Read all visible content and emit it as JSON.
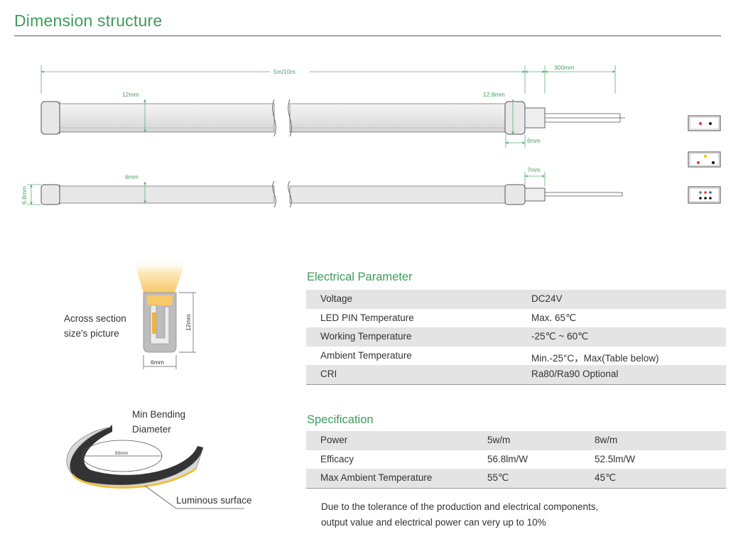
{
  "page": {
    "title": "Dimension structure"
  },
  "dimensions": {
    "length": "5m/10m",
    "lead_length": "300mm",
    "height_top": "12mm",
    "height_end": "12.8mm",
    "cap_width_top": "6mm",
    "width_bottom": "6mm",
    "cap_width_bottom": "7mm",
    "thickness_bottom": "6.8mm"
  },
  "connectors": [
    {
      "dots": [
        "#e53935",
        "#111111"
      ]
    },
    {
      "dots": [
        "#f2c200",
        "#e53935",
        "#111111"
      ]
    },
    {
      "dots": [
        "#2e9e4a",
        "#e53935",
        "#1e63c8",
        "#111111",
        "#111111",
        "#111111"
      ]
    }
  ],
  "cross_section": {
    "caption_line1": "Across section",
    "caption_line2": "size's picture",
    "height": "12mm",
    "width": "6mm"
  },
  "bending": {
    "caption_line1": "Min Bending",
    "caption_line2": "Diameter",
    "diameter": "50mm",
    "luminous": "Luminous surface"
  },
  "electrical": {
    "heading": "Electrical Parameter",
    "rows": [
      {
        "label": "Voltage",
        "value": "DC24V"
      },
      {
        "label": "LED PIN Temperature",
        "value": "Max. 65℃"
      },
      {
        "label": "Working Temperature",
        "value": "-25℃ ~ 60℃"
      },
      {
        "label": "Ambient Temperature",
        "value": "Min.-25°C，Max(Table below)"
      },
      {
        "label": "CRI",
        "value": "Ra80/Ra90 Optional"
      }
    ]
  },
  "specification": {
    "heading": "Specification",
    "rows": [
      {
        "label": "Power",
        "a": "5w/m",
        "b": "8w/m"
      },
      {
        "label": "Efficacy",
        "a": "56.8lm/W",
        "b": "52.5lm/W"
      },
      {
        "label": "Max Ambient Temperature",
        "a": "55℃",
        "b": "45℃"
      }
    ],
    "note_line1": "Due to the tolerance of the production and electrical components,",
    "note_line2": "output value and electrical power can very up to 10%"
  }
}
